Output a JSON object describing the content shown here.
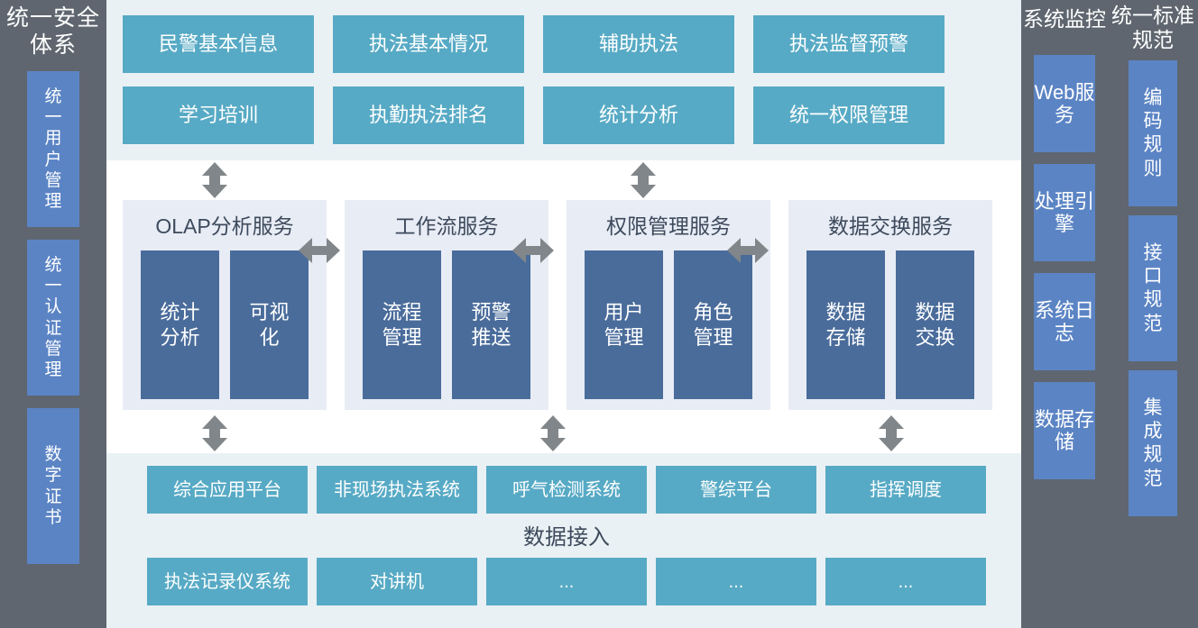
{
  "security_panel": {
    "title": "统一安全体系",
    "boxes": [
      {
        "label": "统一用户管理"
      },
      {
        "label": "统一认证管理"
      },
      {
        "label": "数字证书"
      }
    ]
  },
  "application_layer": {
    "boxes": [
      {
        "label": "民警基本信息"
      },
      {
        "label": "执法基本情况"
      },
      {
        "label": "辅助执法"
      },
      {
        "label": "执法监督预警"
      },
      {
        "label": "学习培训"
      },
      {
        "label": "执勤执法排名"
      },
      {
        "label": "统计分析"
      },
      {
        "label": "统一权限管理"
      }
    ]
  },
  "service_layer": {
    "groups": [
      {
        "title": "OLAP分析服务",
        "items": [
          {
            "label": "统计分析"
          },
          {
            "label": "可视化"
          }
        ]
      },
      {
        "title": "工作流服务",
        "items": [
          {
            "label": "流程管理"
          },
          {
            "label": "预警推送"
          }
        ]
      },
      {
        "title": "权限管理服务",
        "items": [
          {
            "label": "用户管理"
          },
          {
            "label": "角色管理"
          }
        ]
      },
      {
        "title": "数据交换服务",
        "items": [
          {
            "label": "数据存储"
          },
          {
            "label": "数据交换"
          }
        ]
      }
    ]
  },
  "data_layer": {
    "label": "数据接入",
    "row1": [
      {
        "label": "综合应用平台"
      },
      {
        "label": "非现场执法系统"
      },
      {
        "label": "呼气检测系统"
      },
      {
        "label": "警综平台"
      },
      {
        "label": "指挥调度"
      }
    ],
    "row2": [
      {
        "label": "执法记录仪系统"
      },
      {
        "label": "对讲机"
      },
      {
        "label": "..."
      },
      {
        "label": "..."
      },
      {
        "label": "..."
      }
    ]
  },
  "monitor_panel": {
    "title": "系统监控",
    "boxes": [
      {
        "label": "Web服务"
      },
      {
        "label": "处理引擎"
      },
      {
        "label": "系统日志"
      },
      {
        "label": "数据存储"
      }
    ]
  },
  "standards_panel": {
    "title": "统一标准规范",
    "boxes": [
      {
        "label": "编码规则"
      },
      {
        "label": "接口规范"
      },
      {
        "label": "集成规范"
      }
    ]
  },
  "colors": {
    "panel_gray": "#5f666f",
    "panel_box_blue": "#5b84c4",
    "teal": "#57aac5",
    "service_box_blue": "#4a6c9b",
    "layer_bg": "#eaf1f4",
    "service_group_bg": "#e8ecf5",
    "arrow_gray": "#808689"
  }
}
